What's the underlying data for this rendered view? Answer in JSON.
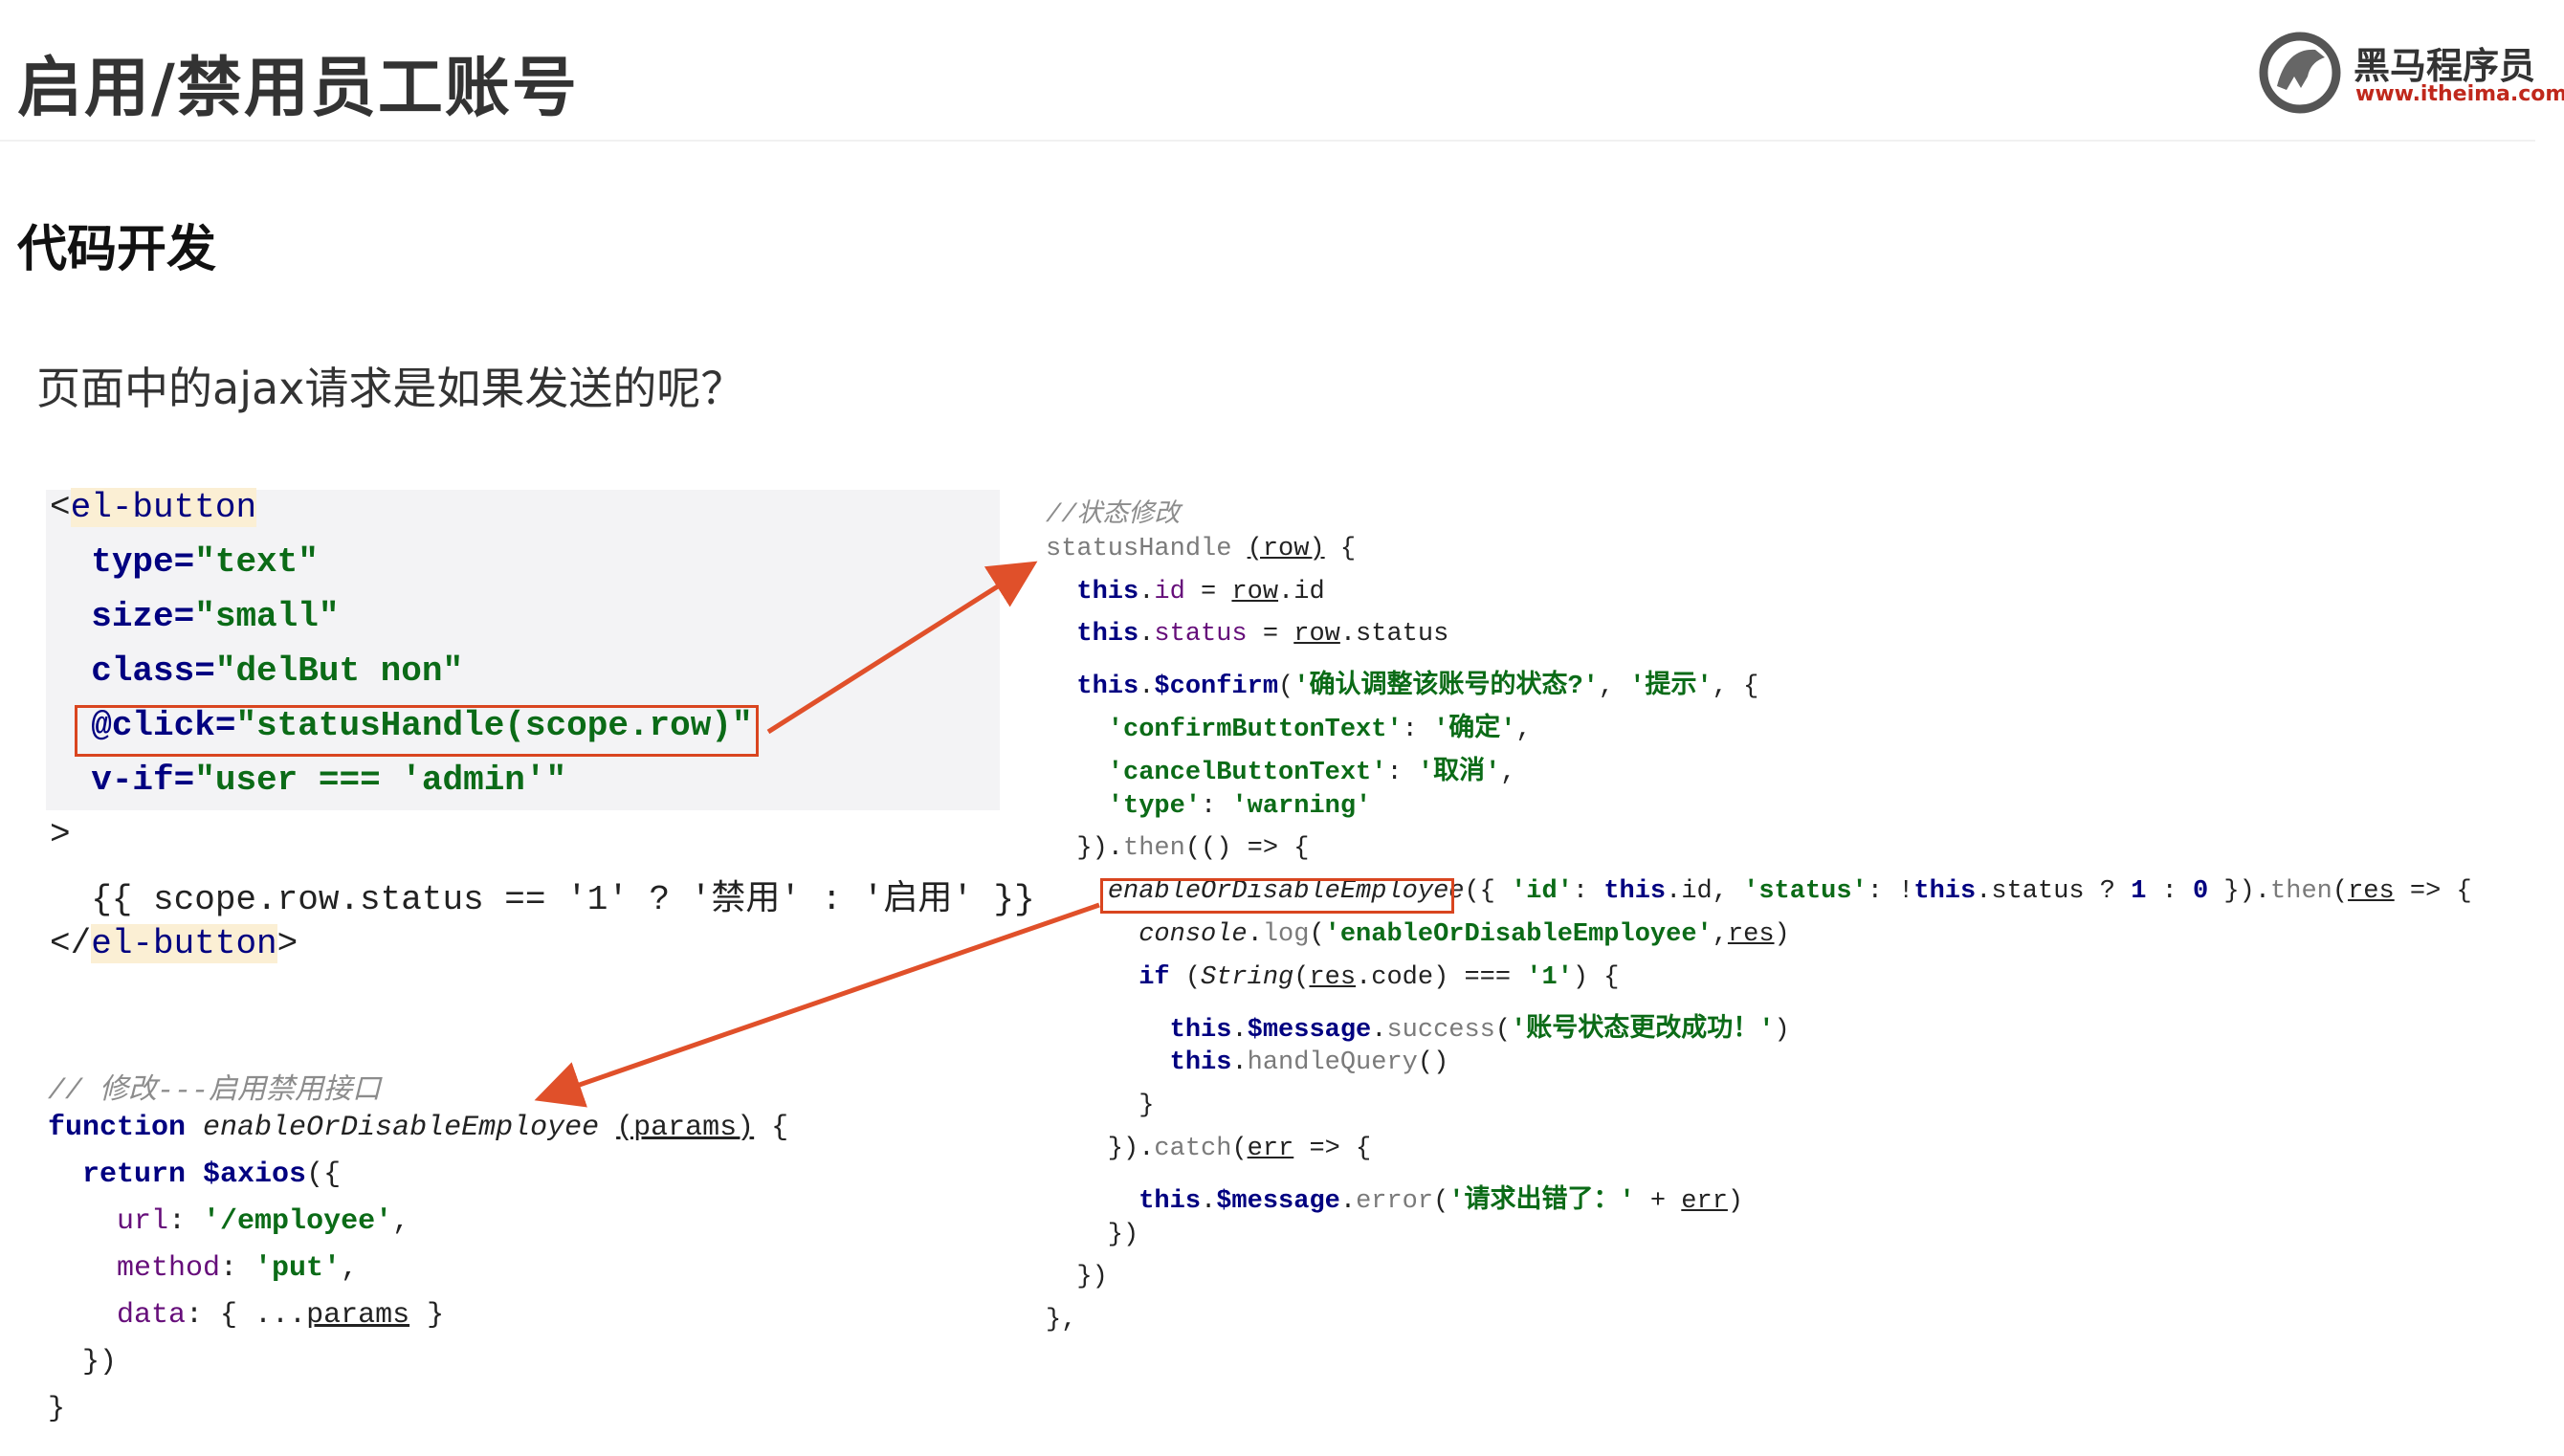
{
  "header": {
    "title": "启用/禁用员工账号",
    "logo": {
      "name": "黑马程序员",
      "url": "www.itheima.com"
    }
  },
  "section_title": "代码开发",
  "question": "页面中的ajax请求是如果发送的呢？",
  "colors": {
    "highlight_box": "#d9451f",
    "arrow": "#e0502a",
    "keyword": "#000080",
    "string": "#0b6b17",
    "comment": "#8c8c8c"
  },
  "template_code": [
    [
      [
        "p",
        "<"
      ],
      [
        "h",
        "el-button"
      ]
    ],
    [
      [
        "p",
        "  "
      ],
      [
        "k",
        "type="
      ],
      [
        "s",
        "\"text\""
      ]
    ],
    [
      [
        "p",
        "  "
      ],
      [
        "k",
        "size="
      ],
      [
        "s",
        "\"small\""
      ]
    ],
    [
      [
        "p",
        "  "
      ],
      [
        "k",
        "class="
      ],
      [
        "s",
        "\"delBut non\""
      ]
    ],
    [
      [
        "p",
        "  "
      ],
      [
        "k",
        "@click="
      ],
      [
        "s",
        "\"statusHandle(scope.row)\""
      ]
    ],
    [
      [
        "p",
        "  "
      ],
      [
        "k",
        "v-if="
      ],
      [
        "s",
        "\"user === 'admin'\""
      ]
    ],
    [
      [
        "p",
        ">"
      ]
    ],
    [
      [
        "p",
        "  {{ scope.row.status == '1' ? '禁用' : '启用' }}"
      ]
    ],
    [
      [
        "p",
        "</"
      ],
      [
        "h",
        "el-button"
      ],
      [
        "p",
        ">"
      ]
    ]
  ],
  "api_code": [
    [
      [
        "c",
        "// 修改---启用禁用接口"
      ]
    ],
    [
      [
        "k",
        "function "
      ],
      [
        "i",
        "enableOrDisableEmployee "
      ],
      [
        "u",
        "(params)"
      ],
      [
        "p",
        " {"
      ]
    ],
    [
      [
        "k",
        "  return "
      ],
      [
        "k",
        "$axios"
      ],
      [
        "p",
        "({"
      ]
    ],
    [
      [
        "f",
        "    url"
      ],
      [
        "p",
        ": "
      ],
      [
        "s",
        "'/employee'"
      ],
      [
        "p",
        ","
      ]
    ],
    [
      [
        "f",
        "    method"
      ],
      [
        "p",
        ": "
      ],
      [
        "s",
        "'put'"
      ],
      [
        "p",
        ","
      ]
    ],
    [
      [
        "f",
        "    data"
      ],
      [
        "p",
        ": { ..."
      ],
      [
        "u",
        "params"
      ],
      [
        "p",
        " }"
      ]
    ],
    [
      [
        "p",
        "  })"
      ]
    ],
    [
      [
        "p",
        "}"
      ]
    ]
  ],
  "handler_code": [
    [
      [
        "c",
        "//状态修改"
      ]
    ],
    [
      [
        "g",
        "statusHandle "
      ],
      [
        "u",
        "(row)"
      ],
      [
        "p",
        " {"
      ]
    ],
    [
      [
        "k",
        "  this"
      ],
      [
        "p",
        "."
      ],
      [
        "f",
        "id"
      ],
      [
        "p",
        " = "
      ],
      [
        "u",
        "row"
      ],
      [
        "p",
        ".id"
      ]
    ],
    [
      [
        "k",
        "  this"
      ],
      [
        "p",
        "."
      ],
      [
        "f",
        "status"
      ],
      [
        "p",
        " = "
      ],
      [
        "u",
        "row"
      ],
      [
        "p",
        ".status"
      ]
    ],
    [
      [
        "k",
        "  this"
      ],
      [
        "p",
        "."
      ],
      [
        "k",
        "$confirm"
      ],
      [
        "p",
        "("
      ],
      [
        "s",
        "'确认调整该账号的状态?'"
      ],
      [
        "p",
        ", "
      ],
      [
        "s",
        "'提示'"
      ],
      [
        "p",
        ", {"
      ]
    ],
    [
      [
        "s",
        "    'confirmButtonText'"
      ],
      [
        "p",
        ": "
      ],
      [
        "s",
        "'确定'"
      ],
      [
        "p",
        ","
      ]
    ],
    [
      [
        "s",
        "    'cancelButtonText'"
      ],
      [
        "p",
        ": "
      ],
      [
        "s",
        "'取消'"
      ],
      [
        "p",
        ","
      ]
    ],
    [
      [
        "s",
        "    'type'"
      ],
      [
        "p",
        ": "
      ],
      [
        "s",
        "'warning'"
      ]
    ],
    [
      [
        "p",
        "  })."
      ],
      [
        "g",
        "then"
      ],
      [
        "p",
        "(() => {"
      ]
    ],
    [
      [
        "p",
        "    "
      ],
      [
        "i",
        "enableOrDisableEmployee"
      ],
      [
        "p",
        "({ "
      ],
      [
        "s",
        "'id'"
      ],
      [
        "p",
        ": "
      ],
      [
        "k",
        "this"
      ],
      [
        "p",
        ".id, "
      ],
      [
        "s",
        "'status'"
      ],
      [
        "p",
        ": !"
      ],
      [
        "k",
        "this"
      ],
      [
        "p",
        ".status ? "
      ],
      [
        "k",
        "1"
      ],
      [
        "p",
        " : "
      ],
      [
        "k",
        "0"
      ],
      [
        "p",
        " })."
      ],
      [
        "g",
        "then"
      ],
      [
        "p",
        "("
      ],
      [
        "u",
        "res"
      ],
      [
        "p",
        " => {"
      ]
    ],
    [
      [
        "i",
        "      console"
      ],
      [
        "p",
        "."
      ],
      [
        "g",
        "log"
      ],
      [
        "p",
        "("
      ],
      [
        "s",
        "'enableOrDisableEmployee'"
      ],
      [
        "p",
        ","
      ],
      [
        "u",
        "res"
      ],
      [
        "p",
        ")"
      ]
    ],
    [
      [
        "k",
        "      if"
      ],
      [
        "p",
        " ("
      ],
      [
        "i",
        "String"
      ],
      [
        "p",
        "("
      ],
      [
        "u",
        "res"
      ],
      [
        "p",
        ".code) === "
      ],
      [
        "s",
        "'1'"
      ],
      [
        "p",
        ") {"
      ]
    ],
    [
      [
        "k",
        "        this"
      ],
      [
        "p",
        "."
      ],
      [
        "k",
        "$message"
      ],
      [
        "p",
        "."
      ],
      [
        "g",
        "success"
      ],
      [
        "p",
        "("
      ],
      [
        "s",
        "'账号状态更改成功！'"
      ],
      [
        "p",
        ")"
      ]
    ],
    [
      [
        "k",
        "        this"
      ],
      [
        "p",
        "."
      ],
      [
        "g",
        "handleQuery"
      ],
      [
        "p",
        "()"
      ]
    ],
    [
      [
        "p",
        "      }"
      ]
    ],
    [
      [
        "p",
        "    })."
      ],
      [
        "g",
        "catch"
      ],
      [
        "p",
        "("
      ],
      [
        "u",
        "err"
      ],
      [
        "p",
        " => {"
      ]
    ],
    [
      [
        "k",
        "      this"
      ],
      [
        "p",
        "."
      ],
      [
        "k",
        "$message"
      ],
      [
        "p",
        "."
      ],
      [
        "g",
        "error"
      ],
      [
        "p",
        "("
      ],
      [
        "s",
        "'请求出错了：'"
      ],
      [
        "p",
        " + "
      ],
      [
        "u",
        "err"
      ],
      [
        "p",
        ")"
      ]
    ],
    [
      [
        "p",
        "    })"
      ]
    ],
    [
      [
        "p",
        "  })"
      ]
    ],
    [
      [
        "p",
        "},"
      ]
    ]
  ]
}
